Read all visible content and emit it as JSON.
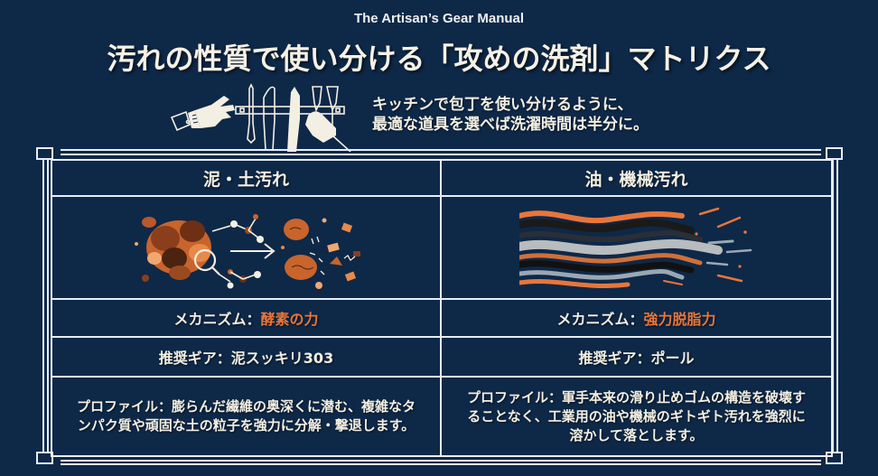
{
  "header": {
    "subtitle": "The Artisan’s Gear Manual",
    "title": "汚れの性質で使い分ける「攻めの洗剤」マトリクス",
    "tagline_line1": "キッチンで包丁を使い分けるように、",
    "tagline_line2": "最適な道具を選べば洗濯時間は半分に。"
  },
  "colors": {
    "background": "#0e2848",
    "line": "#e8eef4",
    "text": "#f3efe2",
    "accent": "#e8763a"
  },
  "columns": [
    {
      "heading": "泥・土汚れ",
      "illustration": "soil-breakdown-illustration",
      "mechanism_label": "メカニズム：",
      "mechanism_value": "酵素の力",
      "gear": "推奨ギア：泥スッキリ303",
      "profile": "プロファイル：膨らんだ繊維の奥深くに潜む、複雑なタンパク質や頑固な土の粒子を強力に分解・撃退します。"
    },
    {
      "heading": "油・機械汚れ",
      "illustration": "oil-stream-illustration",
      "mechanism_label": "メカニズム：",
      "mechanism_value": "強力脱脂力",
      "gear": "推奨ギア：ポール",
      "profile": "プロファイル：軍手本来の滑り止めゴムの構造を破壊することなく、工業用の油や機械のギトギト汚れを強烈に溶かして落とします。"
    }
  ]
}
